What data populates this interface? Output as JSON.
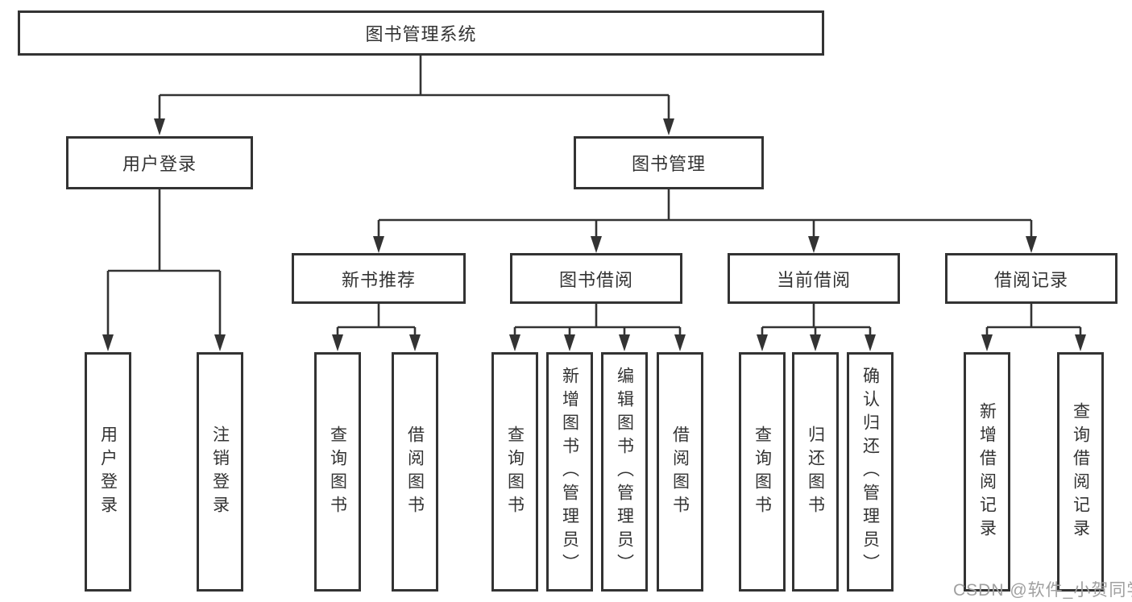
{
  "diagram_title": "图书管理系统",
  "nodes": {
    "root": "图书管理系统",
    "user_login": "用户登录",
    "book_management": "图书管理",
    "new_book_recommend": "新书推荐",
    "book_borrow": "图书借阅",
    "current_borrow": "当前借阅",
    "borrow_record": "借阅记录",
    "leaf_user_login": "用户登录",
    "leaf_logout": "注销登录",
    "leaf_nb_query_book": "查询图书",
    "leaf_nb_borrow_book": "借阅图书",
    "leaf_bb_query_book": "查询图书",
    "leaf_bb_add_book": "新增图书（管理员）",
    "leaf_bb_edit_book": "编辑图书（管理员）",
    "leaf_bb_borrow_book": "借阅图书",
    "leaf_cb_query_book": "查询图书",
    "leaf_cb_return_book": "归还图书",
    "leaf_cb_confirm_return": "确认归还（管理员）",
    "leaf_br_add_record": "新增借阅记录",
    "leaf_br_query_record": "查询借阅记录"
  },
  "watermark": {
    "text": "CSDN @软件_小贺同学"
  },
  "colors": {
    "line": "#333333",
    "text": "#333333",
    "watermark": "#a0a0a0",
    "background": "#ffffff"
  }
}
